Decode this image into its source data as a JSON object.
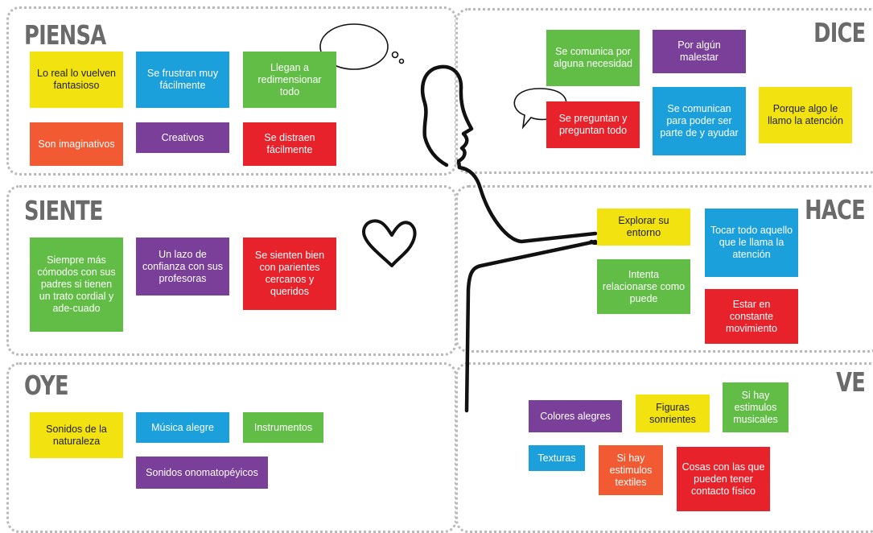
{
  "colors": {
    "yellow": "#f2e210",
    "blue": "#1ba0dc",
    "green": "#61bd45",
    "orange": "#f15a32",
    "purple": "#7a3f99",
    "red": "#e8222b",
    "title": "#6a6a6a",
    "border": "#b9b9b9",
    "outline": "#111111"
  },
  "icons": [
    "thought-bubble-icon",
    "speech-bubble-icon",
    "heart-icon",
    "person-silhouette"
  ],
  "sections": {
    "piensa": {
      "title": "PIENSA",
      "notes": [
        "Lo real lo vuelven fantasioso",
        "Se frustran muy fácilmente",
        "Llegan a redimensionar todo",
        "Son imaginativos",
        "Creativos",
        "Se distraen fácilmente"
      ]
    },
    "dice": {
      "title": "DICE",
      "notes": [
        "Se comunica por alguna necesidad",
        "Por algún malestar",
        "Se preguntan y preguntan todo",
        "Se comunican para poder ser parte de y ayudar",
        "Porque algo le llamo la atención"
      ]
    },
    "siente": {
      "title": "SIENTE",
      "notes": [
        "Siempre más cómodos con sus padres si tienen un trato cordial y ade-cuado",
        "Un lazo de confianza con sus profesoras",
        "Se sienten bien con parientes cercanos y queridos"
      ]
    },
    "hace": {
      "title": "HACE",
      "notes": [
        "Explorar su entorno",
        "Tocar todo aquello que le llama la atención",
        "Intenta relacionarse como puede",
        "Estar en constante movimiento"
      ]
    },
    "oye": {
      "title": "OYE",
      "notes": [
        "Sonidos de la naturaleza",
        "Música alegre",
        "Instrumentos",
        "Sonidos onomatopéyicos"
      ]
    },
    "ve": {
      "title": "VE",
      "notes": [
        "Colores alegres",
        "Figuras sonrientes",
        "Si hay estimulos musicales",
        "Texturas",
        "Si hay estimulos textiles",
        "Cosas con las que pueden tener contacto físico"
      ]
    }
  }
}
